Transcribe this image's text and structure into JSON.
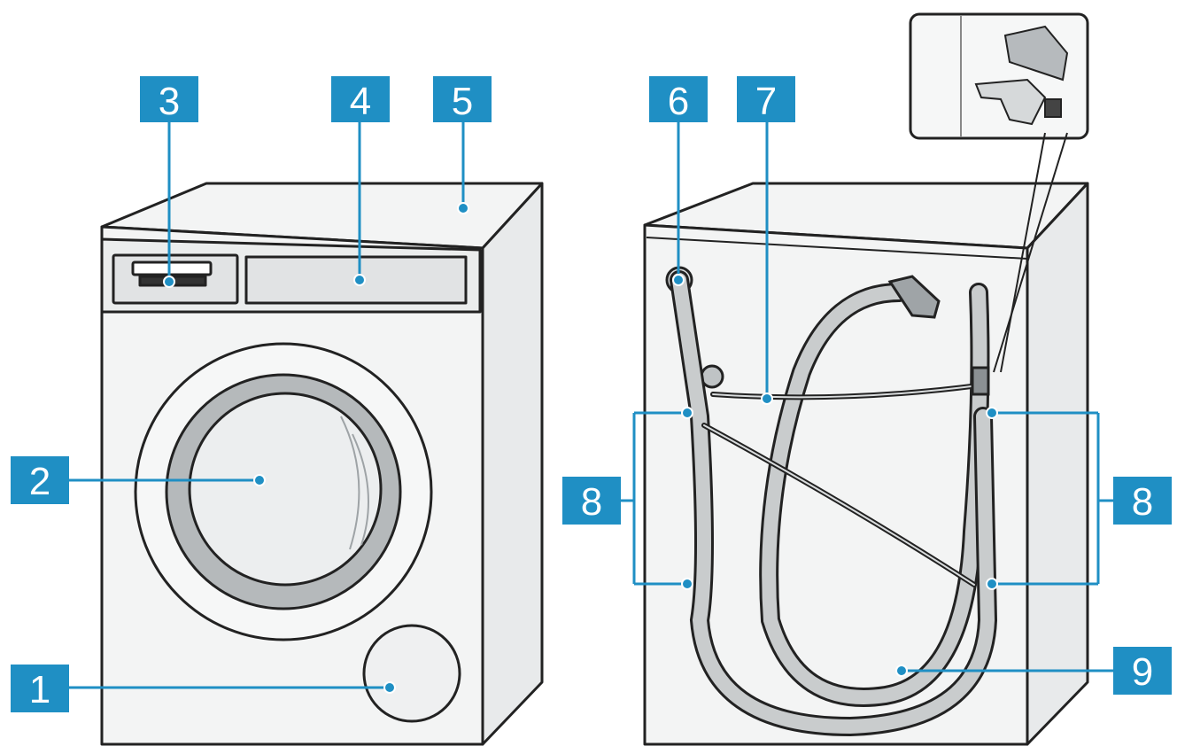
{
  "colors": {
    "callout": "#1f8fc4",
    "outline": "#222222",
    "body": "#f3f4f4",
    "shade": "#e4e6e7",
    "hose": "#c9cccd"
  },
  "labels": {
    "l1": "1",
    "l2": "2",
    "l3": "3",
    "l4": "4",
    "l5": "5",
    "l6": "6",
    "l7": "7",
    "l8_left": "8",
    "l8_right": "8",
    "l9": "9"
  }
}
